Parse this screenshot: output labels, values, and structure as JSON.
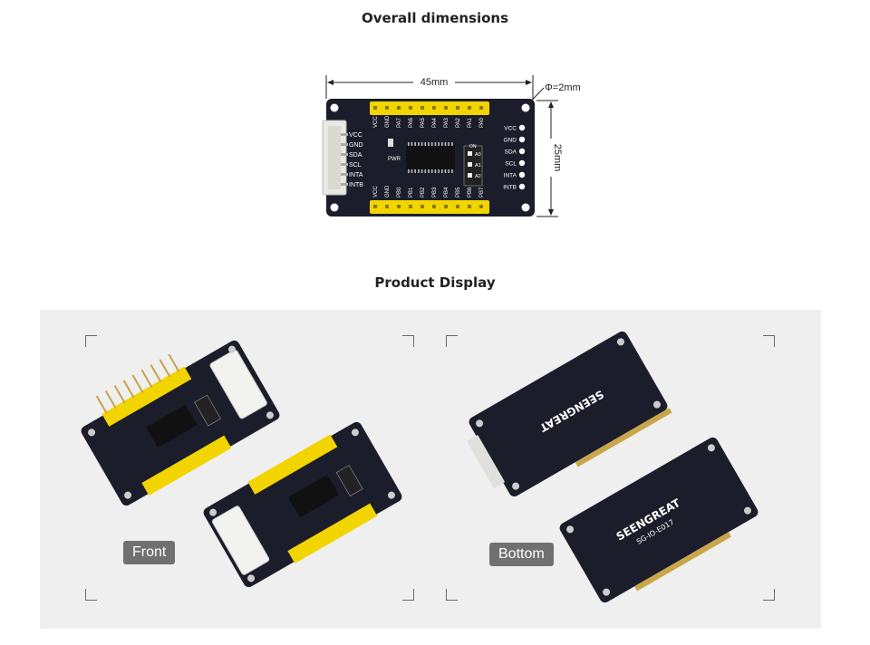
{
  "headings": {
    "overall": "Overall dimensions",
    "product": "Product Display"
  },
  "dimensions": {
    "width_label": "45mm",
    "height_label": "25mm",
    "hole_label": "Φ=2mm"
  },
  "board": {
    "connector_pins": [
      "VCC",
      "GND",
      "SDA",
      "SCL",
      "INTA",
      "INTB"
    ],
    "right_pins": [
      "VCC",
      "GND",
      "SDA",
      "SCL",
      "INTA",
      "INTB"
    ],
    "top_header": [
      "VCC",
      "GND",
      "PA7",
      "PA6",
      "PA5",
      "PA4",
      "PA3",
      "PA2",
      "PA1",
      "PA0"
    ],
    "bottom_header": [
      "VCC",
      "GND",
      "PB0",
      "PB1",
      "PB2",
      "PB3",
      "PB4",
      "PB5",
      "PB6",
      "PB7"
    ],
    "pwr_label": "PWR",
    "dip_labels": [
      "A0",
      "A1",
      "A2"
    ],
    "dip_on": "ON",
    "brand": "SEENGREAT",
    "model": "SG-IO-E017",
    "colors": {
      "pcb": "#1b1d2a",
      "header": "#f2d500",
      "silk": "#ffffff"
    }
  },
  "display": {
    "front_label": "Front",
    "bottom_label": "Bottom"
  }
}
